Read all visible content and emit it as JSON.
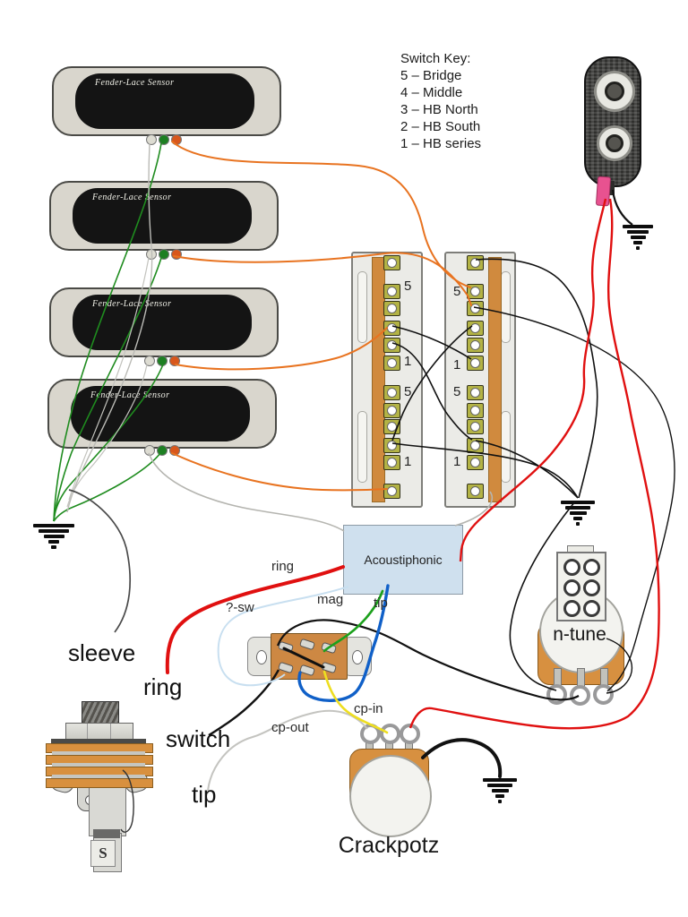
{
  "switch_key": {
    "title": "Switch Key:",
    "items": [
      "5 – Bridge",
      "4 – Middle",
      "3 – HB North",
      "2 – HB South",
      "1 – HB series"
    ]
  },
  "pickups": {
    "label": "Fender-Lace Sensor"
  },
  "selector_switches": {
    "left_labels": [
      "5",
      "1",
      "5",
      "1"
    ],
    "right_labels": [
      "5",
      "1",
      "5",
      "1"
    ]
  },
  "preamp": {
    "label": "Acoustiphonic"
  },
  "pots": {
    "ntune": "n-tune",
    "crackpotz": "Crackpotz"
  },
  "jack": {
    "logo": "S",
    "labels": {
      "sleeve": "sleeve",
      "ring": "ring",
      "switch": "switch",
      "tip": "tip"
    }
  },
  "wire_labels": {
    "ring": "ring",
    "qsw": "?-sw",
    "mag": "mag",
    "tip": "tip",
    "cp_in": "cp-in",
    "cp_out": "cp-out"
  },
  "colors": {
    "orange_wire": "#e87320",
    "green_wire": "#1f8c1f",
    "red_wire": "#e01010",
    "blue_wire": "#1060c8",
    "yellow_wire": "#eede20",
    "lightblue_wire": "#c8dff0",
    "gray_wire": "#bbbbb6",
    "black_wire": "#111111",
    "copper": "#d79040",
    "preamp_fill": "#cfe0ee"
  }
}
